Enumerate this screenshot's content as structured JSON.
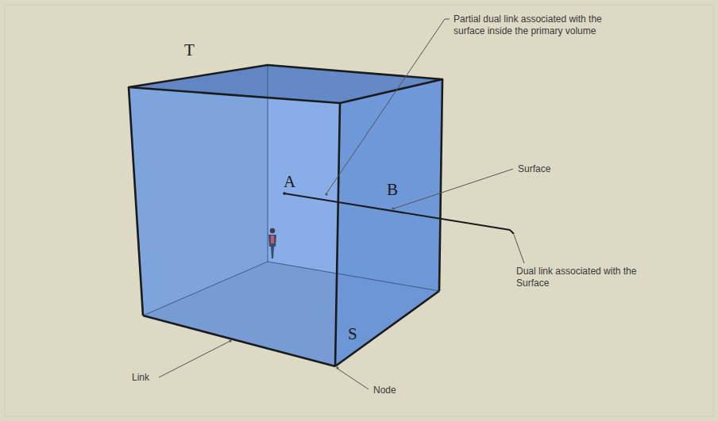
{
  "diagram": {
    "labels": [
      "T",
      "A",
      "B",
      "S",
      "Partial dual link associated with the surface inside the primary volume",
      "Surface",
      "Dual link associated with the Surface",
      "Link",
      "Node"
    ]
  }
}
